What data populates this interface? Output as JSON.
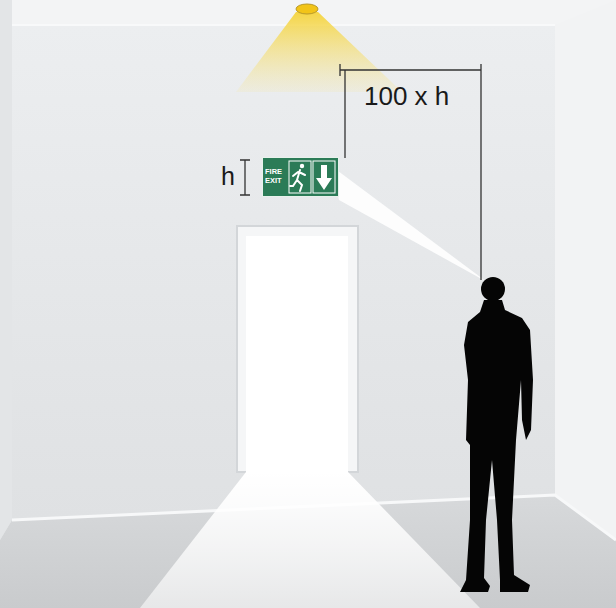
{
  "diagram": {
    "nodes": [
      {
        "text": [
          "FIRE EXIT"
        ]
      }
    ],
    "labels": [
      "h",
      "100 x h"
    ]
  }
}
